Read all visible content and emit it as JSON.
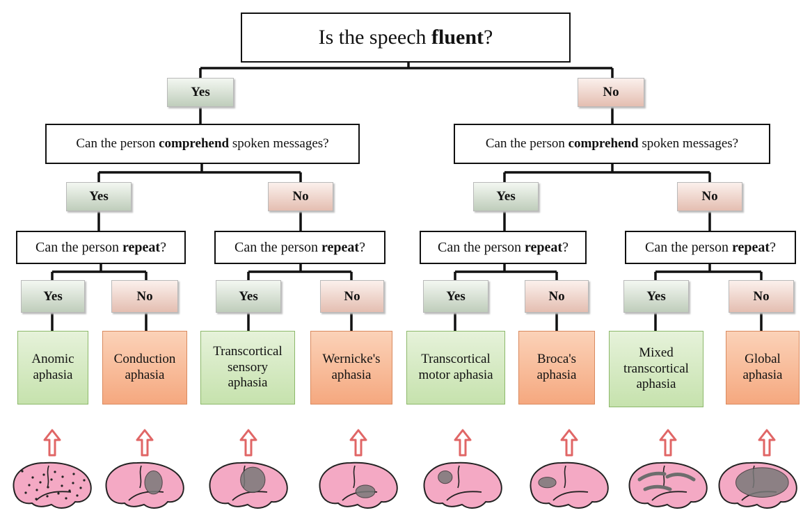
{
  "root": {
    "pre": "Is the speech ",
    "bold": "fluent",
    "post": "?"
  },
  "comprehend": {
    "pre": "Can the person ",
    "bold": "comprehend",
    "post": "  spoken messages?"
  },
  "repeat": {
    "pre": "Can the person ",
    "bold": "repeat",
    "post": "?"
  },
  "answers": {
    "yes": "Yes",
    "no": "No"
  },
  "outcomes": [
    {
      "label": "Anomic\naphasia",
      "kind": "yes"
    },
    {
      "label": "Conduction\naphasia",
      "kind": "no"
    },
    {
      "label": "Transcortical\nsensory\naphasia",
      "kind": "yes"
    },
    {
      "label": "Wernicke's\naphasia",
      "kind": "no"
    },
    {
      "label": "Transcortical\nmotor aphasia",
      "kind": "yes"
    },
    {
      "label": "Broca's\naphasia",
      "kind": "no"
    },
    {
      "label": "Mixed\ntranscortical\naphasia",
      "kind": "yes"
    },
    {
      "label": "Global\naphasia",
      "kind": "no"
    }
  ],
  "colors": {
    "yes_box": "#c6e2ad",
    "no_box": "#f5a87f",
    "arrow": "#e06666",
    "brain": "#f4a9c4"
  },
  "icons": [
    "up-arrow-icon",
    "brain-lesion-icon"
  ]
}
